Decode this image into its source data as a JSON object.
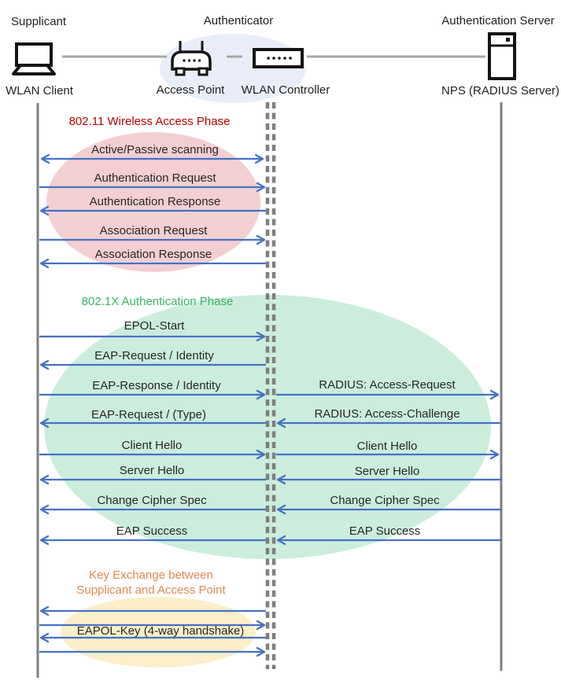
{
  "diagram": {
    "roles": [
      "Supplicant",
      "Authenticator",
      "Authentication Server"
    ],
    "nodes": [
      {
        "label": "WLAN Client",
        "icon": "laptop-icon"
      },
      {
        "label": "Access Point",
        "icon": "access-point-icon"
      },
      {
        "label": "WLAN Controller",
        "icon": "wlan-controller-icon"
      },
      {
        "label": "NPS (RADIUS Server)",
        "icon": "server-icon"
      }
    ],
    "phases": [
      {
        "title": "802.11 Wireless Access Phase",
        "title_color": "#C00000",
        "ellipse_fill": "#F3CFD2"
      },
      {
        "title": "802.1X Authentication Phase",
        "title_color": "#38B568",
        "ellipse_fill": "#CCEDDC"
      },
      {
        "title_line1": "Key Exchange between",
        "title_line2": "Supplicant and Access Point",
        "title_color": "#E08A50",
        "ellipse_fill": "#FCEFCA"
      }
    ],
    "client_controller_messages": [
      {
        "label": "Active/Passive scanning",
        "direction": "both"
      },
      {
        "label": "Authentication Request",
        "direction": "right"
      },
      {
        "label": "Authentication Response",
        "direction": "left"
      },
      {
        "label": "Association Request",
        "direction": "right"
      },
      {
        "label": "Association Response",
        "direction": "left"
      },
      {
        "label": "EPOL-Start",
        "direction": "right"
      },
      {
        "label": "EAP-Request / Identity",
        "direction": "left"
      },
      {
        "label": "EAP-Response / Identity",
        "direction": "right"
      },
      {
        "label": "EAP-Request / (Type)",
        "direction": "left"
      },
      {
        "label": "Client Hello",
        "direction": "right"
      },
      {
        "label": "Server Hello",
        "direction": "left"
      },
      {
        "label": "Change Cipher Spec",
        "direction": "left"
      },
      {
        "label": "EAP Success",
        "direction": "left"
      },
      {
        "label": "EAPOL-Key (4-way handshake)",
        "direction": "left-right-left-right"
      }
    ],
    "controller_server_messages": [
      {
        "label": "RADIUS: Access-Request",
        "direction": "right"
      },
      {
        "label": "RADIUS: Access-Challenge",
        "direction": "left"
      },
      {
        "label": "Client Hello",
        "direction": "right"
      },
      {
        "label": "Server Hello",
        "direction": "left"
      },
      {
        "label": "Change Cipher Spec",
        "direction": "left"
      },
      {
        "label": "EAP Success",
        "direction": "left"
      }
    ],
    "colors": {
      "arrow": "#4472C4",
      "lifeline": "#7F7F7F",
      "header_link": "#A6A6A6",
      "authenticator_ellipse": "#E9EDF7",
      "message_text": "#262626"
    }
  }
}
